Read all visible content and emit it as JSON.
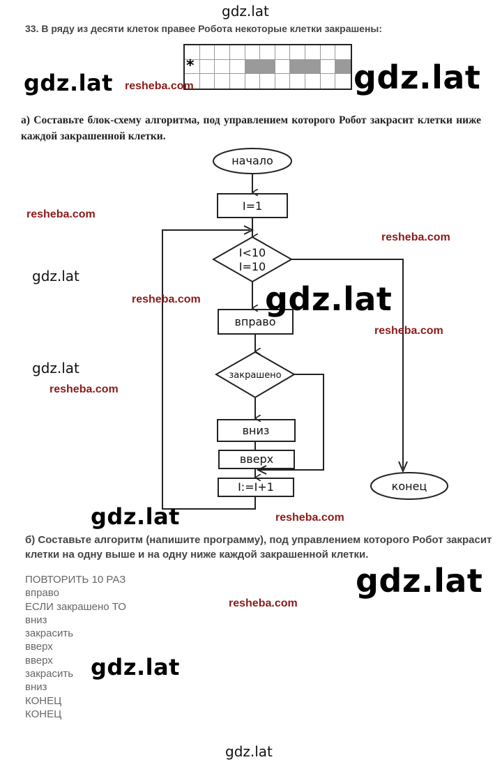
{
  "watermarks": {
    "top": "gdz.lat",
    "big": "gdz.lat",
    "small": "gdz.lat",
    "resheba": "resheba.com",
    "bottom": "gdz.lat"
  },
  "problem": {
    "header": "33. В ряду из десяти клеток правее Робота некоторые клетки закрашены:",
    "grid": {
      "robot_marker": "*",
      "filled_cells_middle_row": [
        4,
        5,
        7,
        8,
        10
      ]
    },
    "task_a": "а) Составьте блок-схему алгоритма, под управлением которого Робот закрасит клетки ниже каждой закрашенной клетки.",
    "task_b": "б) Составьте алгоритм (напишите программу), под управлением которого Робот закрасит клетки на одну выше и на одну ниже каждой закрашенной клетки."
  },
  "flowchart": {
    "start": "начало",
    "init": "I=1",
    "cond_line1": "I<10",
    "cond_line2": "I=10",
    "right": "вправо",
    "painted": "закрашено",
    "down": "вниз",
    "up": "вверх",
    "increment": "I:=I+1",
    "end": "конец"
  },
  "program": [
    "ПОВТОРИТЬ 10 РАЗ",
    "вправо",
    "ЕСЛИ закрашено ТО",
    "вниз",
    "закрасить",
    "вверх",
    "вверх",
    "закрасить",
    "вниз",
    "КОНЕЦ",
    "КОНЕЦ"
  ]
}
